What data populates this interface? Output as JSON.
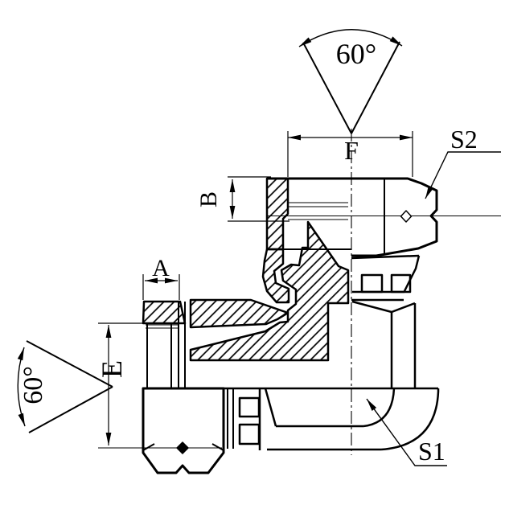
{
  "drawing": {
    "background": "#ffffff",
    "line_color": "#000000",
    "labels": {
      "angle_top": "60°",
      "angle_left": "60°",
      "dim_f": "F",
      "dim_b": "B",
      "dim_a": "A",
      "dim_e": "E",
      "hex_s2": "S2",
      "hex_s1": "S1"
    }
  }
}
